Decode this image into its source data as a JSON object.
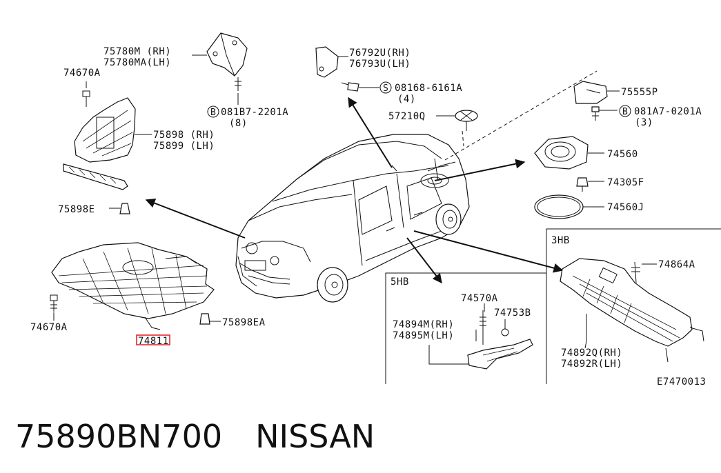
{
  "callouts": {
    "c75780M": "75780M (RH)",
    "c75780MA": "75780MA(LH)",
    "c74670A_top": "74670A",
    "c081B7": "081B7-2201A",
    "c081B7_qty": "(8)",
    "c75898": "75898 (RH)",
    "c75899": "75899 (LH)",
    "c75898E": "75898E",
    "c76792U": "76792U(RH)",
    "c76793U": "76793U(LH)",
    "c08168": "08168-6161A",
    "c08168_qty": "(4)",
    "c57210Q": "57210Q",
    "c75555P": "75555P",
    "c081A7": "081A7-0201A",
    "c081A7_qty": "(3)",
    "c74560": "74560",
    "c74305F": "74305F",
    "c74560J": "74560J",
    "c74670A_bot": "74670A",
    "c75898EA": "75898EA",
    "c74811": "74811",
    "c74570A": "74570A",
    "c74753B": "74753B",
    "c74894M": "74894M(RH)",
    "c74895M": "74895M(LH)",
    "c74864A": "74864A",
    "c74892Q": "74892Q(RH)",
    "c74892R": "74892R(LH)"
  },
  "circle_marks": {
    "b1": "B",
    "s1": "S",
    "b2": "B"
  },
  "boxes": {
    "box_5hb": "5HB",
    "box_3hb": "3HB"
  },
  "diagram_id": "E7470013",
  "caption": {
    "part_number": "75890BN700",
    "brand": "NISSAN"
  },
  "colors": {
    "highlight": "#e0191d",
    "ink": "#111111"
  }
}
